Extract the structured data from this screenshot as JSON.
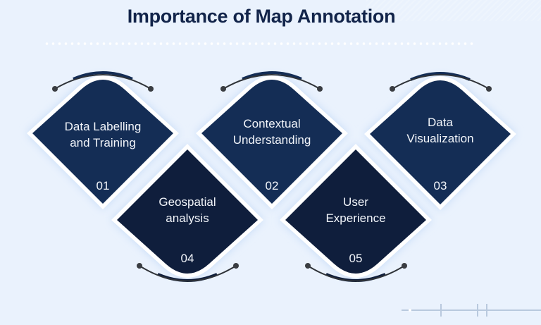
{
  "title": "Importance of Map Annotation",
  "colors": {
    "background": "#eaf2fd",
    "title": "#12244a",
    "top_card_fill": "#142d55",
    "bottom_card_fill": "#0f1e3c",
    "card_border": "#ffffff",
    "arc": "#2f3338",
    "card_text": "#f2f5fa"
  },
  "cards": [
    {
      "number": "01",
      "line1": "Data Labelling",
      "line2": "and Training",
      "row": "top"
    },
    {
      "number": "02",
      "line1": "Contextual",
      "line2": "Understanding",
      "row": "top"
    },
    {
      "number": "03",
      "line1": "Data",
      "line2": "Visualization",
      "row": "top"
    },
    {
      "number": "04",
      "line1": "Geospatial",
      "line2": "analysis",
      "row": "bottom"
    },
    {
      "number": "05",
      "line1": "User",
      "line2": "Experience",
      "row": "bottom"
    }
  ]
}
